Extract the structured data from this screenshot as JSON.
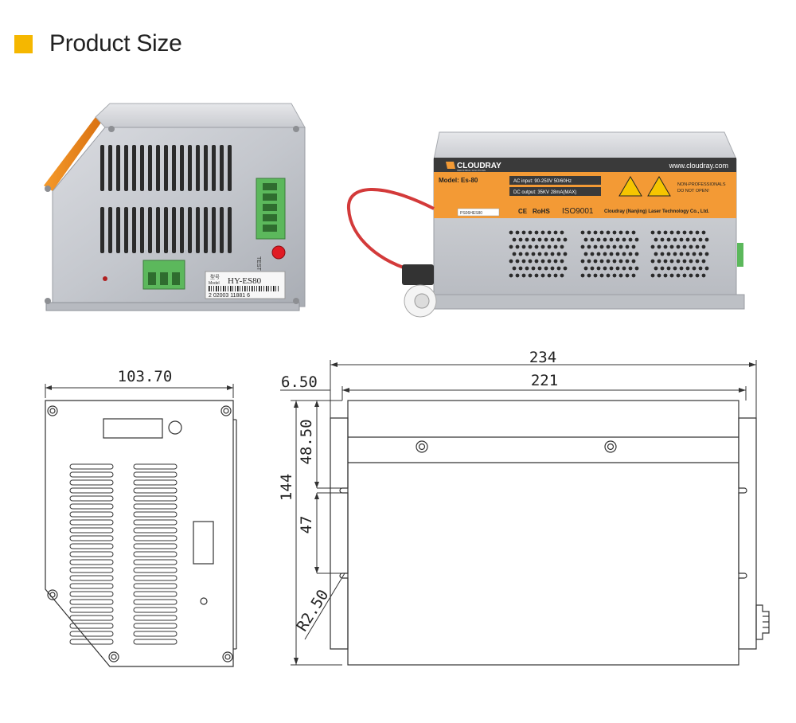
{
  "section": {
    "title": "Product Size",
    "bullet_color": "#f5b700"
  },
  "photo_front": {
    "label_brand_cn": "型号",
    "label_model_small": "Model",
    "label_model": "HY-ES80",
    "barcode_number": "2 02003 11881 6",
    "test_label": "TEST"
  },
  "photo_side": {
    "brand": "CLOUDRAY",
    "brand_sub": "INDUSTRIAL SOLUTIONS",
    "website": "www.cloudray.com",
    "model": "Model: Es-80",
    "ac_input": "AC input: 90-250V 50/60Hz",
    "dc_output": "DC output: 35KV 28mA(MAX)",
    "warning_1": "NON-PROFESSIONALS",
    "warning_2": "DO NOT OPEN!",
    "ce": "CE",
    "rohs": "RoHS",
    "iso": "ISO9001",
    "company": "Cloudray (Nanjing) Laser Technology Co., Ltd.",
    "serial": "PS06HES80",
    "label_color": "#f39a35"
  },
  "drawing_front": {
    "width_label": "103.70"
  },
  "drawing_side": {
    "overall_width": "234",
    "body_width": "221",
    "offset": "6.50",
    "height": "144",
    "slot_1": "48.50",
    "slot_2": "47",
    "radius": "R2.50"
  }
}
